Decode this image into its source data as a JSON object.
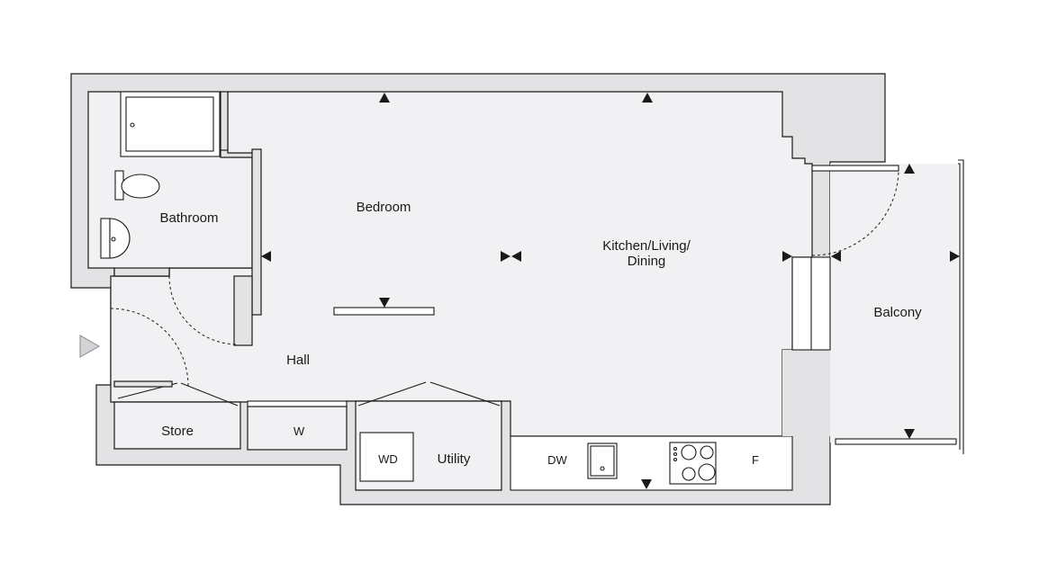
{
  "rooms": {
    "bathroom": "Bathroom",
    "bedroom": "Bedroom",
    "kitchen_line1": "Kitchen/Living/",
    "kitchen_line2": "Dining",
    "balcony": "Balcony",
    "hall": "Hall",
    "store": "Store",
    "utility": "Utility"
  },
  "fixtures": {
    "wardrobe": "W",
    "washer_dryer": "WD",
    "dishwasher": "DW",
    "fridge": "F"
  },
  "colors": {
    "wall": "#e3e3e5",
    "floor": "#f1f1f3",
    "line": "#1a1a1a",
    "entrance_marker": "#d4d4d8"
  }
}
